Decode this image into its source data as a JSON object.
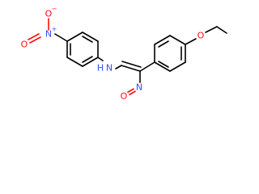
{
  "molecule": {
    "atoms": {
      "amine_n": {
        "symbol": "N",
        "hydrogen": "H",
        "color": "#3050f8"
      },
      "nitro_n": {
        "symbol": "N",
        "charge": "+",
        "color": "#3050f8"
      },
      "nitro_o_single": {
        "symbol": "O",
        "charge": "−",
        "color": "#ff0d0d"
      },
      "nitro_o_double": {
        "symbol": "O",
        "color": "#ff0d0d"
      },
      "nitroso_n": {
        "symbol": "N",
        "color": "#3050f8"
      },
      "nitroso_o": {
        "symbol": "O",
        "color": "#ff0d0d"
      },
      "ether_o": {
        "symbol": "O",
        "color": "#ff0d0d"
      }
    },
    "colors": {
      "bond": "#000000",
      "oxygen": "#ff0d0d",
      "nitrogen": "#3050f8",
      "background": "#ffffff"
    }
  }
}
